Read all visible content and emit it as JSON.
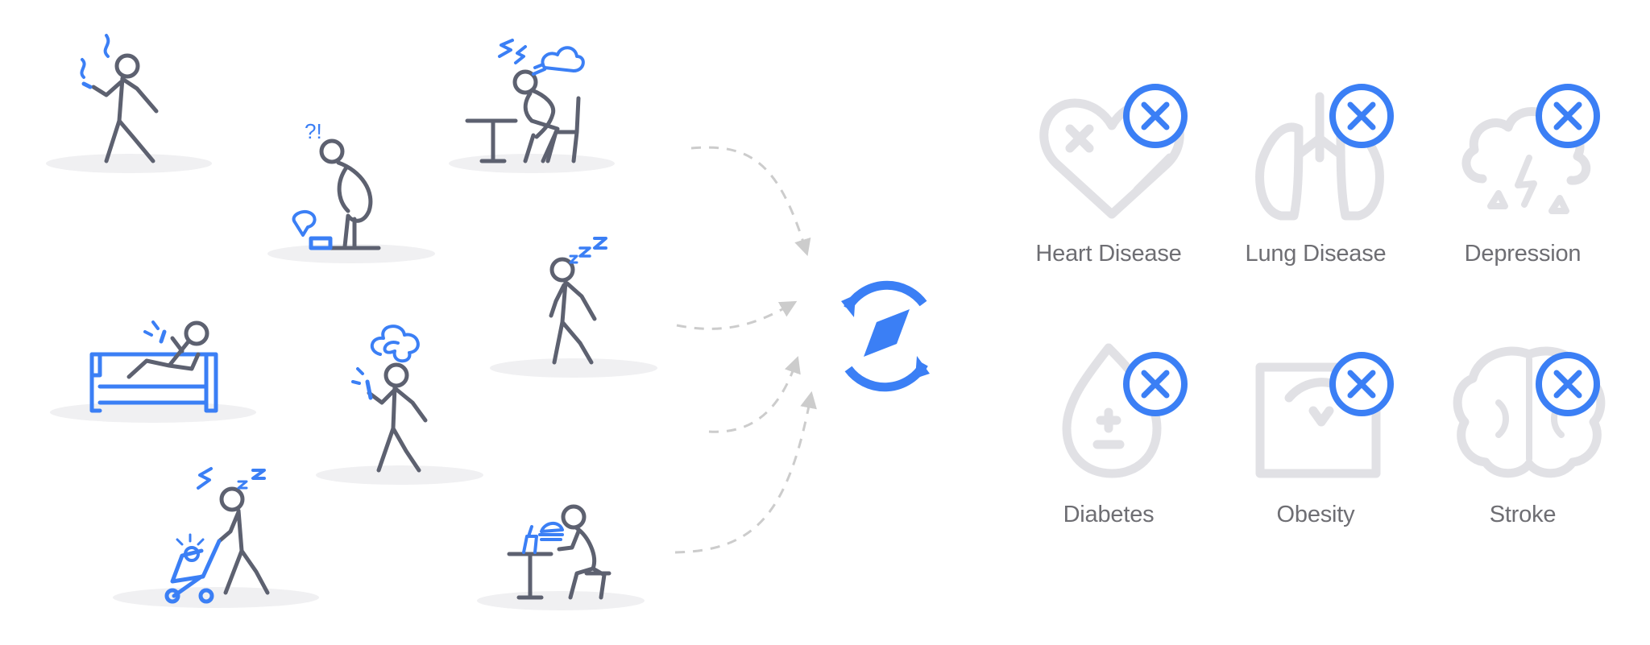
{
  "colors": {
    "accent": "#3b7ff5",
    "figure": "#5d6170",
    "ghost": "#e1e1e5",
    "shadow": "#f0f0f2",
    "arrow": "#cccccc",
    "label": "#6e6e73"
  },
  "lifestyle_factors": [
    {
      "icon": "smoking-person-icon"
    },
    {
      "icon": "weighing-scale-person-icon",
      "mark": "?!"
    },
    {
      "icon": "stressed-worker-icon"
    },
    {
      "icon": "couch-phone-person-icon"
    },
    {
      "icon": "walking-phone-person-icon"
    },
    {
      "icon": "tired-walking-person-icon"
    },
    {
      "icon": "stroller-parent-icon"
    },
    {
      "icon": "fast-food-eater-icon"
    }
  ],
  "center_icon": "compass-refresh-icon",
  "conditions": [
    {
      "label": "Heart Disease",
      "icon": "heart-icon"
    },
    {
      "label": "Lung Disease",
      "icon": "lungs-icon"
    },
    {
      "label": "Depression",
      "icon": "storm-cloud-icon"
    },
    {
      "label": "Diabetes",
      "icon": "blood-drop-icon"
    },
    {
      "label": "Obesity",
      "icon": "scale-box-icon"
    },
    {
      "label": "Stroke",
      "icon": "brain-icon"
    }
  ],
  "badge_icon": "x-circle-icon"
}
